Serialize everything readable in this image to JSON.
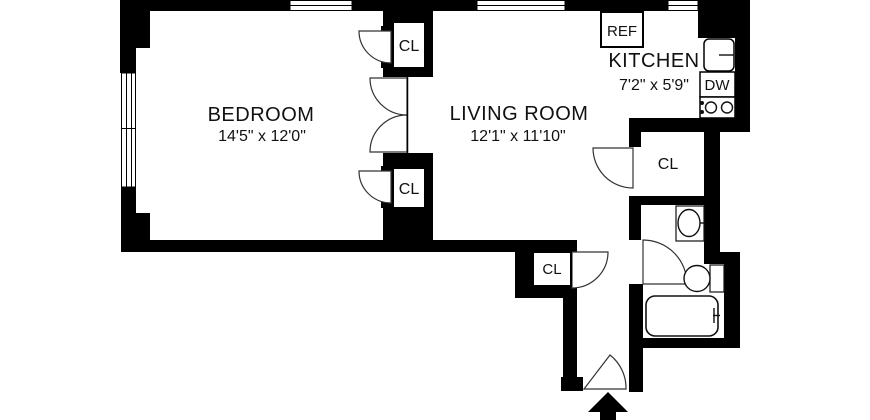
{
  "floorplan": {
    "background": "#ffffff",
    "wall_color": "#000000",
    "line_color": "#111111",
    "rooms": {
      "bedroom": {
        "name": "BEDROOM",
        "dimensions": "14'5\" x 12'0\""
      },
      "living_room": {
        "name": "LIVING ROOM",
        "dimensions": "12'1\" x 11'10\""
      },
      "kitchen": {
        "name": "KITCHEN",
        "dimensions": "7'2\" x 5'9\""
      }
    },
    "labels": {
      "closet": "CL",
      "refrigerator": "REF",
      "dishwasher": "DW"
    }
  }
}
